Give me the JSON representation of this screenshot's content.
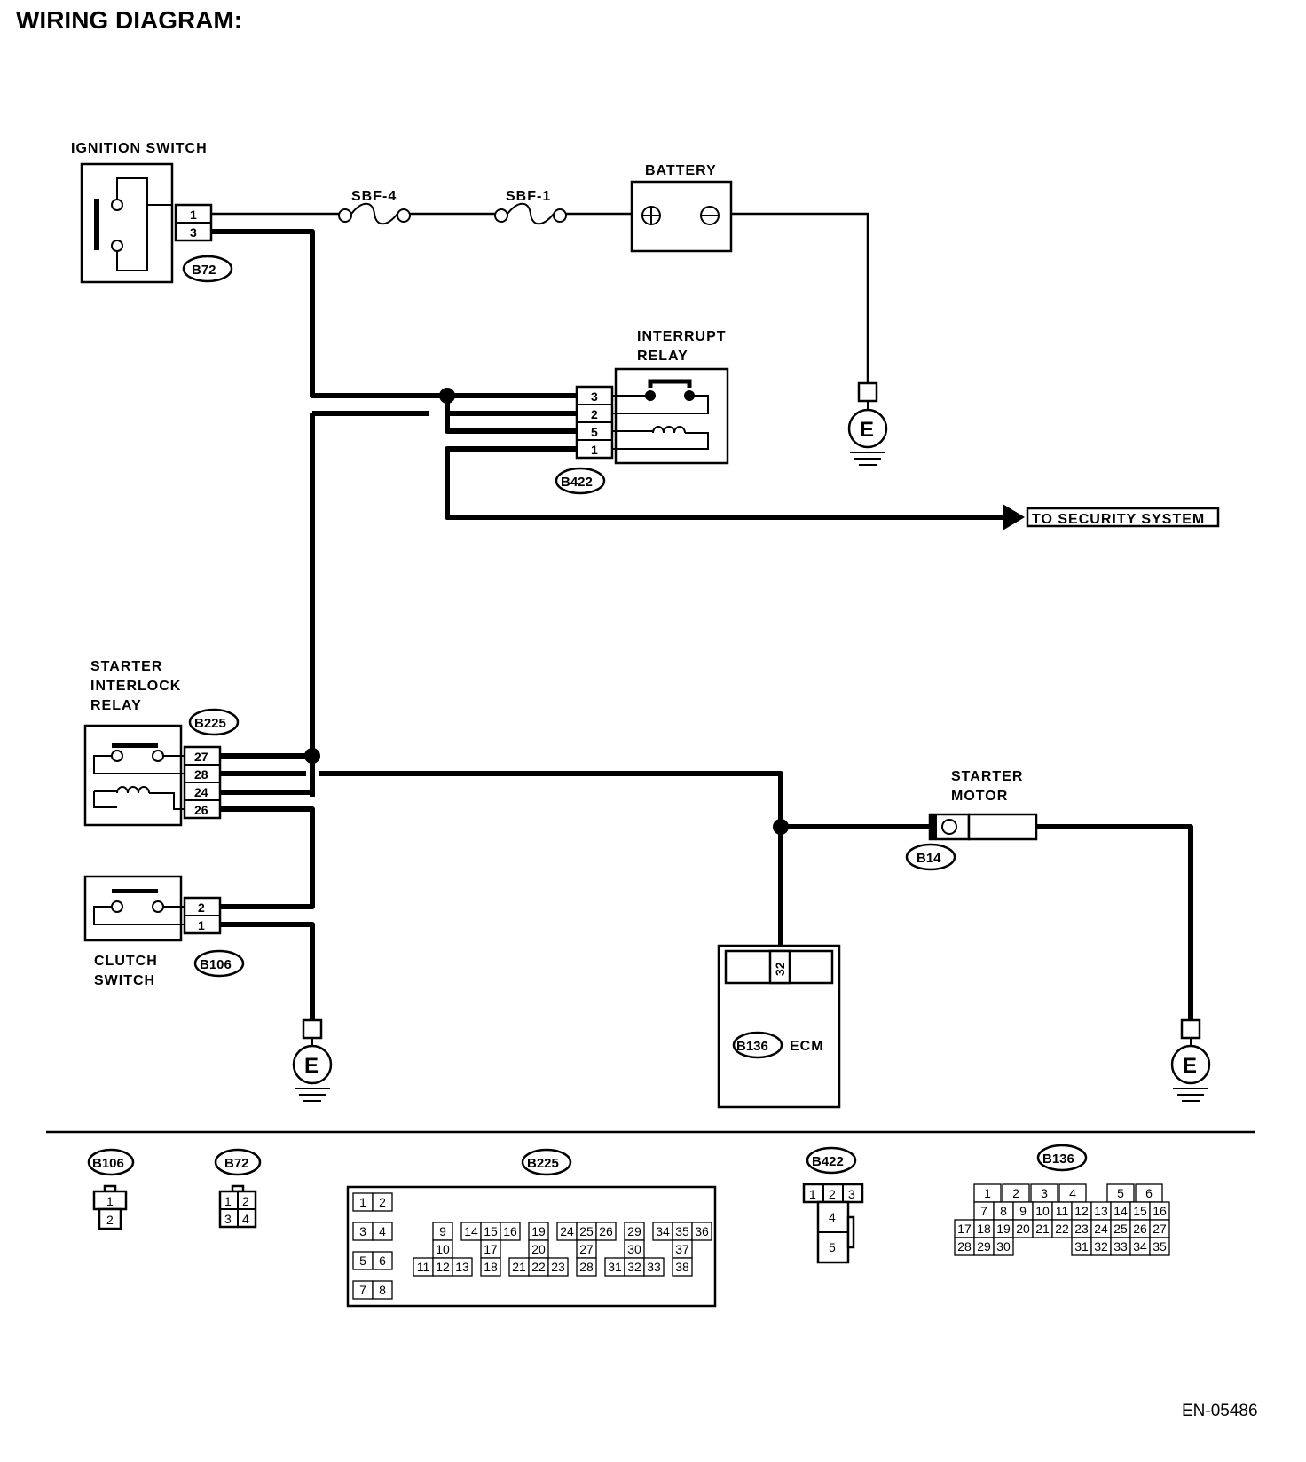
{
  "title": "WIRING DIAGRAM:",
  "figure_id": "EN-05486",
  "components": {
    "ignition_switch": "IGNITION SWITCH",
    "battery": "BATTERY",
    "fuse_a": "SBF-4",
    "fuse_b": "SBF-1",
    "interrupt_relay_1": "INTERRUPT",
    "interrupt_relay_2": "RELAY",
    "security": "TO SECURITY SYSTEM",
    "starter_interlock_1": "STARTER",
    "starter_interlock_2": "INTERLOCK",
    "starter_interlock_3": "RELAY",
    "starter_motor_1": "STARTER",
    "starter_motor_2": "MOTOR",
    "clutch_switch_1": "CLUTCH",
    "clutch_switch_2": "SWITCH",
    "ecm": "ECM",
    "ground": "E"
  },
  "connectors": {
    "b72": "B72",
    "b422": "B422",
    "b225": "B225",
    "b106": "B106",
    "b14": "B14",
    "b136": "B136"
  },
  "pins": {
    "b72": [
      "1",
      "3"
    ],
    "b422": [
      "3",
      "2",
      "5",
      "1"
    ],
    "b225": [
      "27",
      "28",
      "24",
      "26"
    ],
    "b106": [
      "2",
      "1"
    ],
    "b136": "32"
  },
  "connector_views": {
    "b106": [
      [
        "1"
      ],
      [
        "2"
      ]
    ],
    "b72": [
      [
        "1",
        "2"
      ],
      [
        "3",
        "4"
      ]
    ],
    "b422": [
      [
        "1",
        "2",
        "3"
      ],
      [
        "4"
      ],
      [
        "5"
      ]
    ],
    "b225": {
      "left": [
        [
          "1",
          "2"
        ],
        [
          "3",
          "4"
        ],
        [
          "5",
          "6"
        ],
        [
          "7",
          "8"
        ]
      ],
      "row1": [
        "9",
        "14",
        "15",
        "16",
        "19",
        "24",
        "25",
        "26",
        "29",
        "34",
        "35",
        "36"
      ],
      "row2": [
        "10",
        "17",
        "20",
        "27",
        "30",
        "37"
      ],
      "row3": [
        "11",
        "12",
        "13",
        "18",
        "21",
        "22",
        "23",
        "28",
        "31",
        "32",
        "33",
        "38"
      ]
    },
    "b136": {
      "row1": [
        "1",
        "2",
        "3",
        "4",
        "5",
        "6"
      ],
      "row2": [
        "7",
        "8",
        "9",
        "10",
        "11",
        "12",
        "13",
        "14",
        "15",
        "16"
      ],
      "row3": [
        "17",
        "18",
        "19",
        "20",
        "21",
        "22",
        "23",
        "24",
        "25",
        "26",
        "27"
      ],
      "row4": [
        "28",
        "29",
        "30",
        "31",
        "32",
        "33",
        "34",
        "35"
      ]
    }
  }
}
